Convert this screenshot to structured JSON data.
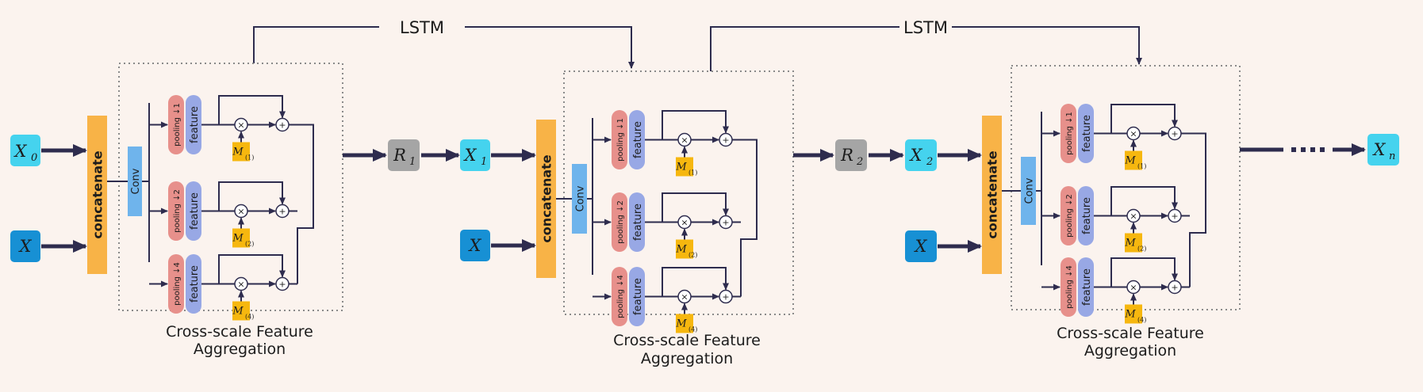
{
  "colors": {
    "background": "#fbf3ee",
    "input_light": "#45d3ee",
    "input_dark": "#1790d4",
    "concat": "#f8b347",
    "conv": "#6fb4ec",
    "pooling": "#e7908b",
    "feature": "#98a8e5",
    "mask": "#f6b70f",
    "residual": "#a5a5a5",
    "line": "#2e2c4e"
  },
  "lstm_label": "LSTM",
  "concat_label": "concatenate",
  "conv_label": "Conv",
  "feature_label": "feature",
  "pooling_labels": [
    "pooling ↓1",
    "pooling ↓2",
    "pooling ↓4"
  ],
  "mask_bases": [
    "M",
    "M",
    "M"
  ],
  "mask_subs": [
    "(1)",
    "(2)",
    "(4)"
  ],
  "multiply_symbol": "×",
  "add_symbol": "+",
  "module_caption": [
    "Cross-scale Feature",
    "Aggregation"
  ],
  "inputs": {
    "x_base": "X",
    "x0_sub": "0",
    "x1_sub": "1",
    "x2_sub": "2",
    "xn_sub": "n",
    "r_base": "R",
    "r1_sub": "1",
    "r2_sub": "2"
  },
  "ellipsis_dots": 4,
  "icons": [
    "arrow-icon",
    "multiply-node-icon",
    "add-node-icon",
    "dotted-module-frame"
  ]
}
